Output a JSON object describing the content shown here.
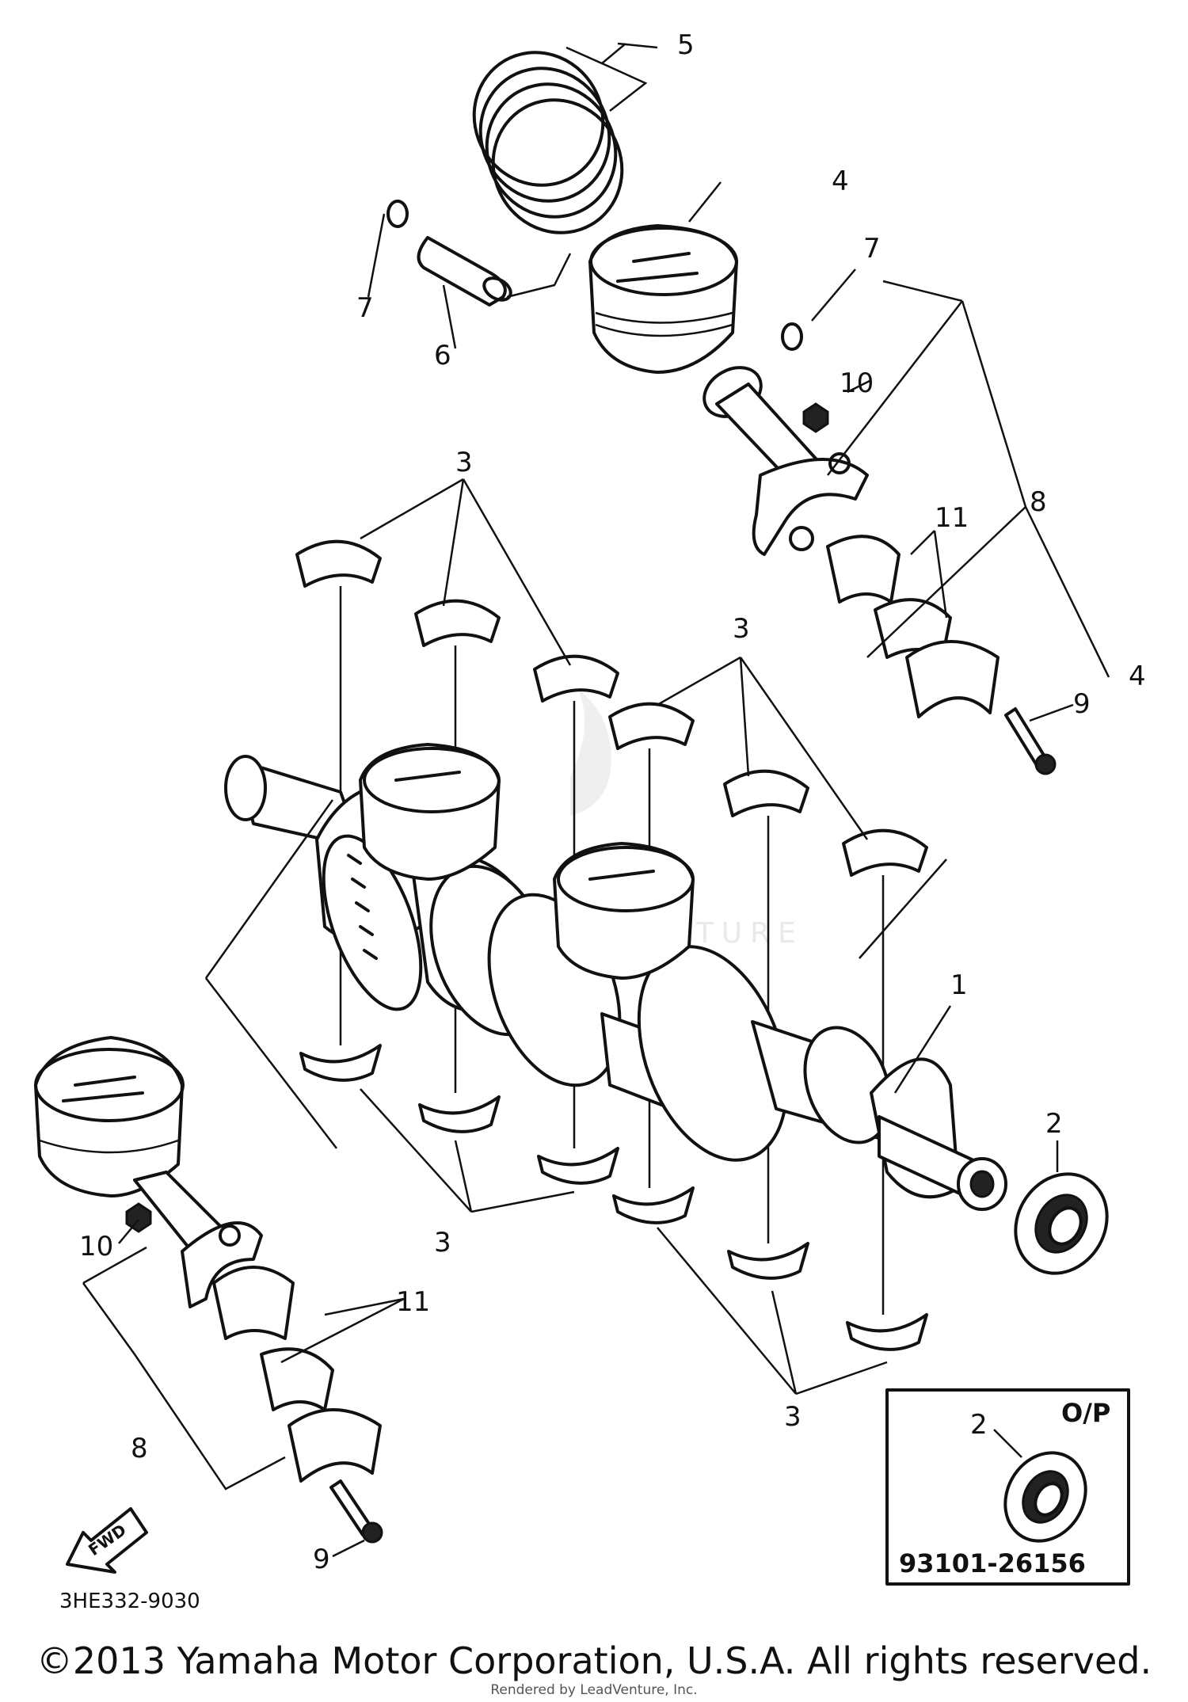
{
  "diagram": {
    "code": "3HE332-9030",
    "copyright": "©2013 Yamaha Motor Corporation, U.S.A. All rights reserved.",
    "watermark_credit": "Rendered by LeadVenture, Inc."
  },
  "callouts": {
    "c1": "1",
    "c2": "2",
    "c3": "3",
    "c4": "4",
    "c5": "5",
    "c6": "6",
    "c7": "7",
    "c8": "8",
    "c9": "9",
    "c10": "10",
    "c11": "11"
  },
  "op_box": {
    "label": "O/P",
    "part_number": "93101-26156",
    "callout": "2"
  },
  "fwd_arrow": {
    "label": "FWD"
  }
}
